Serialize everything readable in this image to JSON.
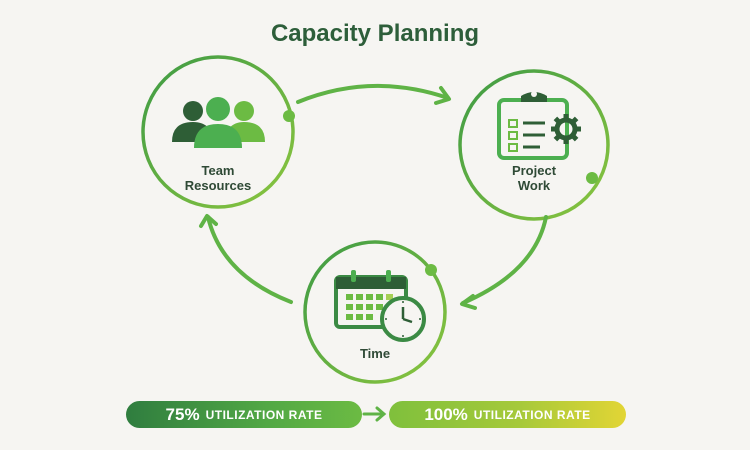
{
  "title": "Capacity Planning",
  "nodes": [
    {
      "id": "team",
      "label_line1": "Team",
      "label_line2": "Resources",
      "icon": "people-icon"
    },
    {
      "id": "project",
      "label_line1": "Project",
      "label_line2": "Work",
      "icon": "clipboard-gear-icon"
    },
    {
      "id": "time",
      "label_line1": "Time",
      "label_line2": "",
      "icon": "calendar-clock-icon"
    }
  ],
  "cycle": [
    "Team Resources",
    "Project Work",
    "Time",
    "Team Resources"
  ],
  "utilization": {
    "current": {
      "percent": "75%",
      "label": "UTILIZATION RATE"
    },
    "target": {
      "percent": "100%",
      "label": "UTILIZATION RATE"
    }
  },
  "colors": {
    "dark_green": "#2d5e3a",
    "mid_green": "#4caf50",
    "light_green": "#7cc242",
    "yellow": "#e2d535",
    "background": "#f6f5f2"
  }
}
